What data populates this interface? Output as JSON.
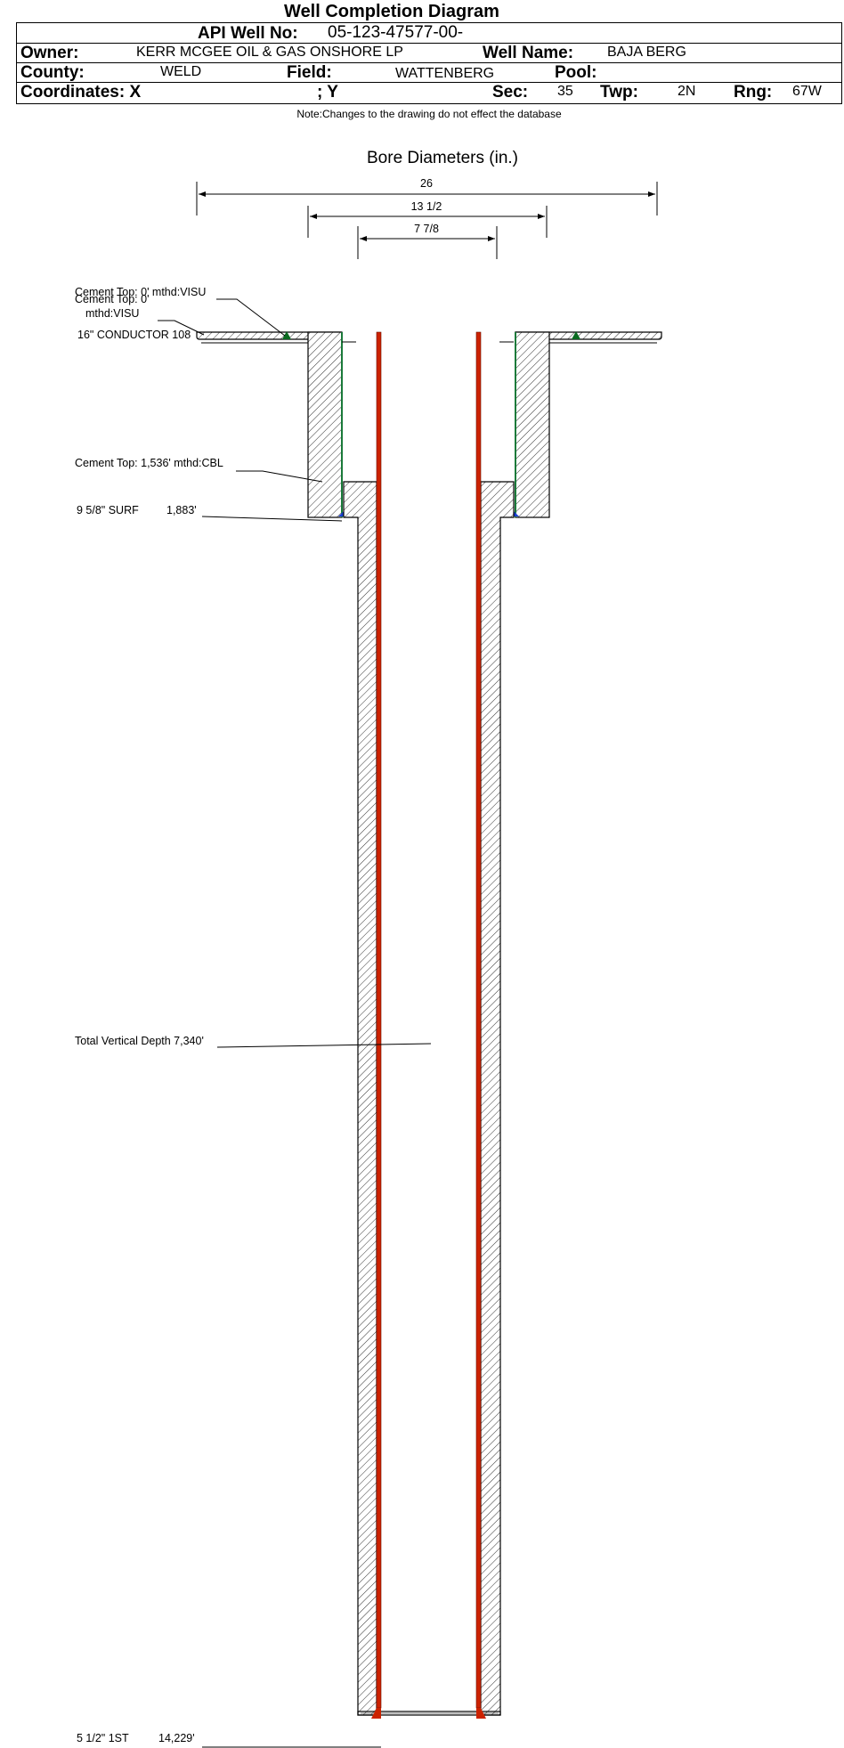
{
  "header": {
    "title": "Well Completion Diagram",
    "api_label": "API Well No:",
    "api_value": "05-123-47577-00-",
    "owner_label": "Owner:",
    "owner_value": "KERR MCGEE OIL & GAS ONSHORE LP",
    "well_name_label": "Well Name:",
    "well_name_value": "BAJA BERG",
    "county_label": "County:",
    "county_value": "WELD",
    "field_label": "Field:",
    "field_value": "WATTENBERG",
    "pool_label": "Pool:",
    "pool_value": "",
    "coord_x_label": "Coordinates: X",
    "coord_y_label": "; Y",
    "sec_label": "Sec:",
    "sec_value": "35",
    "twp_label": "Twp:",
    "twp_value": "2N",
    "rng_label": "Rng:",
    "rng_value": "67W"
  },
  "note": "Note:Changes to the drawing do not effect the database",
  "bore": {
    "title": "Bore Diameters (in.)",
    "diameters": [
      "26",
      "13 1/2",
      "7 7/8"
    ]
  },
  "annotations": {
    "cement_top_a": "Cement Top: 0' mthd:VISU",
    "cement_top_b": "Cement Top: 0'",
    "cement_top_b_method": "mthd:VISU",
    "conductor": "16\" CONDUCTOR  108",
    "cement_top_c": "Cement Top: 1,536' mthd:CBL",
    "surf_casing": "9 5/8\" SURF",
    "surf_depth": "1,883'",
    "tvd": "Total Vertical Depth 7,340'",
    "prod_casing": "5 1/2\" 1ST",
    "prod_depth": "14,229'"
  },
  "colors": {
    "casing_red": "#cc2200",
    "cement_green": "#1a7a3a",
    "shoe_blue": "#1a3fd1",
    "shoe_green": "#0a6a20"
  }
}
